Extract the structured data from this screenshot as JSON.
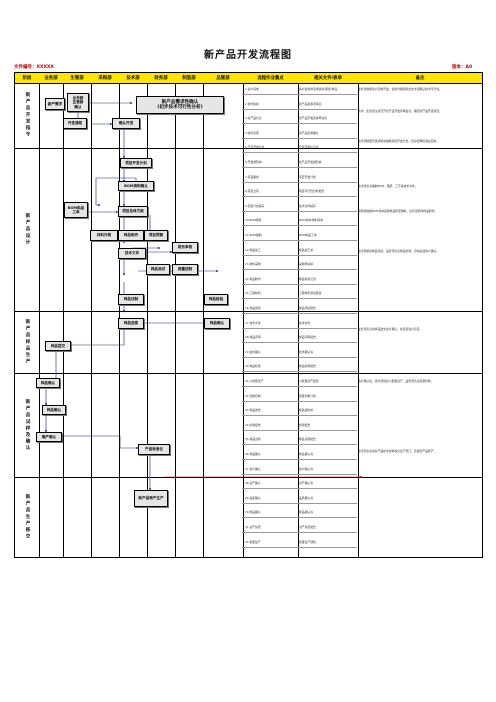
{
  "title": "新产品开发流程图",
  "doc_no": "文件编号：XXXXX",
  "version": "版本：A0",
  "headers": [
    "阶段",
    "业务部",
    "生管部",
    "采购部",
    "技术部",
    "财务部",
    "制造部",
    "品管部",
    "流程作业重点",
    "相关文件/表单",
    "备注"
  ],
  "stages": [
    "新产品开发指令",
    "新产品设计",
    "新产品样品生产",
    "新产品试样及确认",
    "新产品生产移交"
  ],
  "boxes": {
    "b1": "新产需求",
    "b2": "业务部\n生管部\n确认",
    "b3": "新产品需求性确认\n(初步技术可行性分析)",
    "b4": "开发通知",
    "b5": "确认开发",
    "b6": "项目开发计划",
    "b7": "BOM资料确认",
    "b8": "BOM料品\n工单",
    "b9": "项目总体方案",
    "b10": "材料外购",
    "b11": "样品制作",
    "b12": "项目预算",
    "b13": "财务审核",
    "b14": "技术文件",
    "b15": "样品测试",
    "b16": "质量控制",
    "b17": "样品试制",
    "b18": "样品检验",
    "b19": "样品送客",
    "b20": "样品确认",
    "b21": "样品提交",
    "b22": "样品确认",
    "b23": "样品确认",
    "b24": "确产确认",
    "b25": "产品标准化",
    "b26": "新产品转产生产"
  },
  "keypoints": [
    "1.客户需求",
    "2.技术指标",
    "3.新产品信息",
    "4.技术初审",
    "5.产品开发信息",
    "6.开发通知单",
    "7.项目策划",
    "8.项目立项",
    "9.项目计划编写",
    "10.BOM审核",
    "11.BOM编制",
    "12.样品加工",
    "13.材料采购",
    "14.样品制作",
    "15.工程样机",
    "16.样品测试",
    "17.技术文件",
    "18.样品评审",
    "19.技术确认",
    "20.样品检验",
    "21.小批量试产",
    "22.质量控制",
    "23.样品送检",
    "24.检验报告",
    "25.样品试验",
    "26.样品确认",
    "27.客户确认",
    "28.试产确认",
    "29.品质确认",
    "30.样品确认",
    "31.试产总结",
    "32.批量生产"
  ],
  "documents": [
    "客户提供的需求资料/图纸/样品",
    "新产品需求评审表",
    "新产品开发需求申请表",
    "新产品需求确认",
    "产品开发信息表",
    "新产品开发通知单",
    "项目开发计划",
    "项目可行性分析报告",
    "技术文件编写",
    "BOM清单/物料清单",
    "BOM料品工单",
    "样品加工单",
    "采购申请单",
    "样品检验记录",
    "工程样机测试报告",
    "样品测试报告",
    "技术文件",
    "样品评审报告",
    "技术确认书",
    "样品检验报告",
    "小批量试产报告",
    "质量控制计划",
    "样品送检单",
    "检验报告",
    "样品试验报告",
    "样品确认书",
    "客户确认书",
    "试产确认书",
    "品质确认书",
    "样品确认书",
    "试产总结报告",
    "批量生产通知"
  ],
  "remarks": [
    "业务部依据客户需求开发，提供详细资料给技术部确认技术可行性。",
    "技术、生管部主持召开新产品开发评审会议，确定新产品开发项目。",
    "技术部依据开发通知单编制项目开发计划，经总经理核准后实施。",
    "技术部负责编制BOM、图纸、工艺等技术文件。",
    "采购部依据BOM清单采购样品所需物料，生管部安排样品制作。",
    "技术部组织样品测试，品管部负责样品检验，合格后送客户确认。",
    "业务部负责将样品送交客户确认，并反馈客户意见。",
    "客户确认后，技术部组织小批量试产，品管部负责质量控制。",
    "技术部负责将新产品技术资料移交生产部门，完成新产品转产。"
  ]
}
